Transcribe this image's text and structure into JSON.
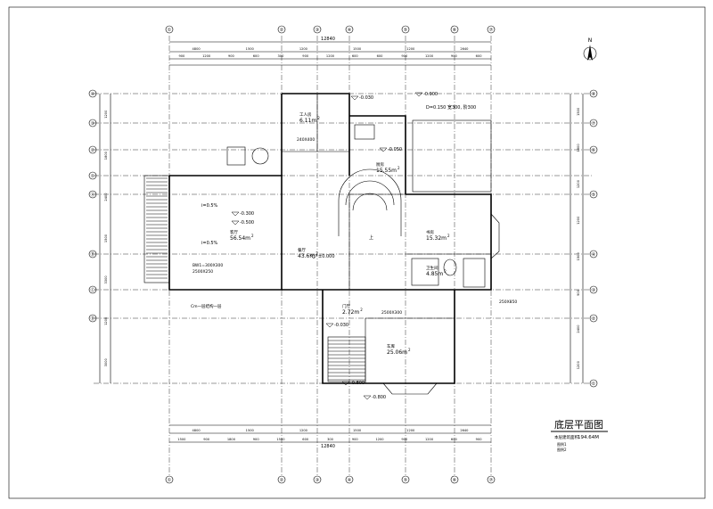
{
  "drawing": {
    "title": "底层平面图",
    "subtitle": "本层建筑面积",
    "area_total": "194.64M",
    "north_label": "N",
    "notes": [
      "图例1",
      "图例2"
    ]
  },
  "axes": {
    "top": [
      "①",
      "②",
      "③",
      "④",
      "⑤",
      "⑥",
      "⑦"
    ],
    "bottom": [
      "①",
      "②",
      "③",
      "④",
      "⑤",
      "⑥",
      "⑦"
    ],
    "left": [
      "④",
      "③",
      "②",
      "①",
      "Ⓐ",
      "Ⓑ",
      "Ⓒ",
      "Ⓓ"
    ],
    "right": [
      "⑧",
      "⑦",
      "⑥",
      "⑤",
      "④",
      "③",
      "②",
      "①"
    ]
  },
  "dimensions": {
    "top_overall": "12840",
    "top_segments": [
      "4800",
      "1500",
      "1200",
      "1500",
      "1200",
      "2640"
    ],
    "top_detail": [
      "900",
      "1200",
      "900",
      "600",
      "300",
      "900",
      "1200",
      "600",
      "600",
      "900",
      "1200",
      "900",
      "600"
    ],
    "bottom_overall": "12840",
    "bottom_segments": [
      "4800",
      "1500",
      "1200",
      "1500",
      "1200",
      "2640"
    ],
    "bottom_detail": [
      "1500",
      "900",
      "1800",
      "900",
      "1500",
      "600",
      "300",
      "900",
      "1200",
      "900",
      "1200",
      "600",
      "900"
    ],
    "left": [
      "1200",
      "1800",
      "2400",
      "1500",
      "3300",
      "1200",
      "3000"
    ],
    "right": [
      "1500",
      "1800",
      "1200",
      "1200",
      "1500",
      "900",
      "2400",
      "1200"
    ]
  },
  "rooms": [
    {
      "name": "工人房",
      "area": "6.11m",
      "sup": "2"
    },
    {
      "name": "厨房",
      "area": "15.55m",
      "sup": "2"
    },
    {
      "name": "客厅",
      "area": "56.54m",
      "sup": "2"
    },
    {
      "name": "餐厅",
      "area": "43.6m",
      "sup": "2"
    },
    {
      "name": "书房",
      "area": "15.32m",
      "sup": "2"
    },
    {
      "name": "卫生间",
      "area": "4.85m",
      "sup": "2"
    },
    {
      "name": "门厅",
      "area": "2.72m",
      "sup": "2"
    },
    {
      "name": "车库",
      "area": "25.06m",
      "sup": "2"
    }
  ],
  "levels": [
    "-0.030",
    "-0.900",
    "-0.300",
    "-0.500",
    "±0.000",
    "-0.030",
    "-0.800",
    "-0.800",
    "-0.050"
  ],
  "labels": {
    "slope_1": "i=0.5%",
    "slope_2": "i=0.5%",
    "window_1": "240X400",
    "window_2": "2500X250",
    "window_3": "BW1=300X300",
    "door_1": "250X850",
    "door_2": "2500X300",
    "stair_dir": "上",
    "corridor": "D=0.150 宽300, 阶300",
    "beam_note": "Cm一层结构一层"
  }
}
